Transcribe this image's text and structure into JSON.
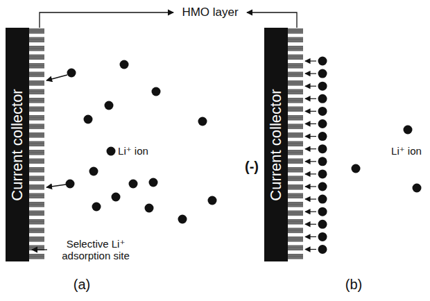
{
  "diagram": {
    "nodes": [
      {
        "text": [
          "Current collector"
        ]
      },
      {
        "text": [
          "Current collector"
        ]
      }
    ],
    "labels": [
      "HMO layer",
      "Li⁺ ion",
      "Selective Li⁺ adsorption site",
      "(a)",
      "(-)",
      "Li⁺ ion",
      "(b)"
    ]
  }
}
